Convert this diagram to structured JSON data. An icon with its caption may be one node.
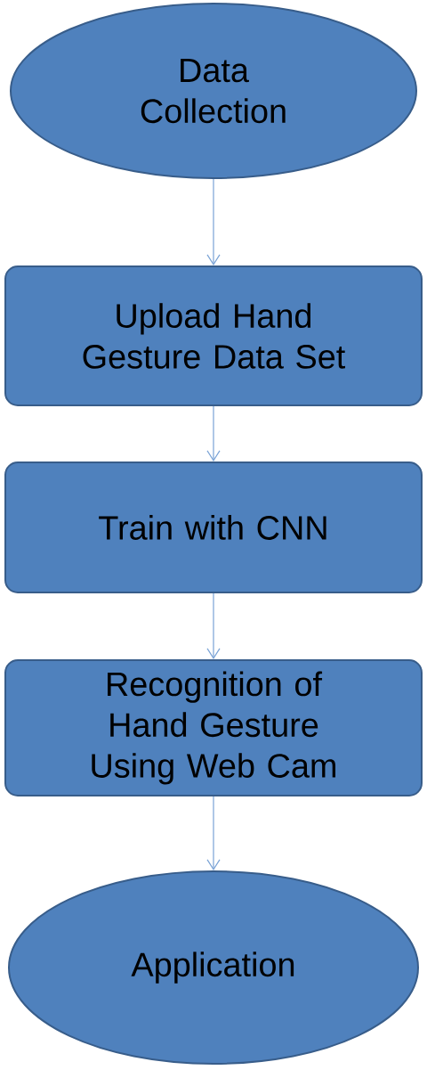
{
  "diagram": {
    "nodes": [
      {
        "text": [
          "Data Collection"
        ]
      },
      {
        "text": [
          "Upload Hand Gesture Data Set"
        ]
      },
      {
        "text": [
          "Train with CNN"
        ]
      },
      {
        "text": [
          "Recognition of Hand Gesture Using Web Cam"
        ]
      },
      {
        "text": [
          "Application"
        ]
      }
    ],
    "edges": [
      {
        "from": 0,
        "to": 1,
        "arrow": "to"
      },
      {
        "from": 1,
        "to": 2,
        "arrow": "to"
      },
      {
        "from": 2,
        "to": 3,
        "arrow": "to"
      },
      {
        "from": 3,
        "to": 4,
        "arrow": "to"
      }
    ]
  }
}
